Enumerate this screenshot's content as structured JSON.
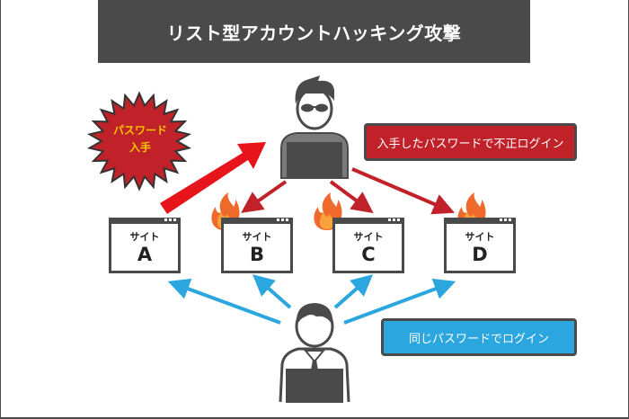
{
  "title": "リスト型アカウントハッキング攻撃",
  "burst": {
    "line1": "パスワード",
    "line2": "入手"
  },
  "labels": {
    "attacker_action": "入手したパスワードで不正ログイン",
    "user_action": "同じパスワードでログイン"
  },
  "sites": [
    {
      "name": "サイト",
      "letter": "A",
      "compromised": false
    },
    {
      "name": "サイト",
      "letter": "B",
      "compromised": true
    },
    {
      "name": "サイト",
      "letter": "C",
      "compromised": true
    },
    {
      "name": "サイト",
      "letter": "D",
      "compromised": true
    }
  ],
  "icons": {
    "attacker": "hacker-icon",
    "user": "user-icon",
    "fire": "fire-icon",
    "burst": "starburst-icon"
  },
  "colors": {
    "dark": "#4a4a4a",
    "red": "#c1222a",
    "bright_red": "#e8141b",
    "blue": "#2ba6de",
    "burst_yellow": "#f5c400",
    "fire_outer": "#ef6a2a",
    "fire_inner": "#f7a23a"
  }
}
